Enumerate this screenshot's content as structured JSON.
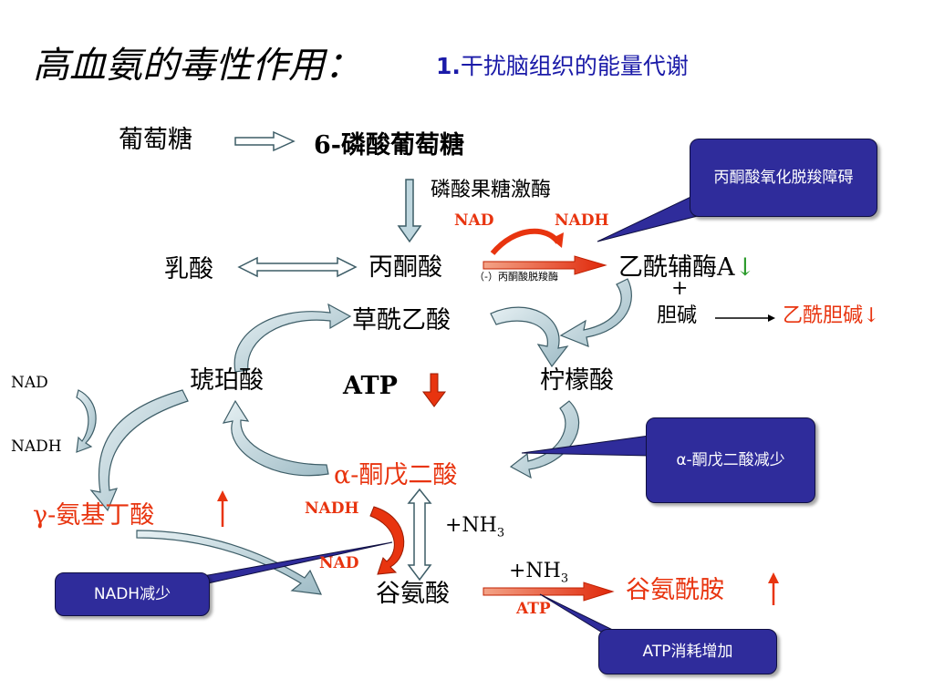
{
  "title": {
    "main": "高血氨的毒性作用：",
    "sub_num": "1.",
    "sub_text": "干扰脑组织的能量代谢"
  },
  "nodes": {
    "glucose": "葡萄糖",
    "g6p": "6-磷酸葡萄糖",
    "pfk": "磷酸果糖激酶",
    "nad1": "NAD",
    "nadh1": "NADH",
    "lactate": "乳酸",
    "pyruvate": "丙酮酸",
    "pdh_inhibit": "（-）丙酮酸脱羧酶",
    "acetylcoa": "乙酰辅酶A",
    "acetylcoa_arrow": "↓",
    "plus": "+",
    "choline": "胆碱",
    "acetylcholine": "乙酰胆碱",
    "acetylcholine_arrow": "↓",
    "oxaloacetate": "草酰乙酸",
    "succinate": "琥珀酸",
    "atp": "ATP",
    "citrate": "柠檬酸",
    "nad_left": "NAD",
    "nadh_left": "NADH",
    "akg": "α-酮戊二酸",
    "gaba": "γ-氨基丁酸",
    "nadh2": "NADH",
    "nad2": "NAD",
    "nh3_1": "+NH",
    "nh3_1_sub": "3",
    "glutamate": "谷氨酸",
    "nh3_2": "+NH",
    "nh3_2_sub": "3",
    "glutamine": "谷氨酰胺",
    "atp2": "ATP"
  },
  "callouts": {
    "pyruvate_oxidation": "丙酮酸氧化脱羧障碍",
    "akg_decrease": "α-酮戊二酸减少",
    "nadh_decrease": "NADH减少",
    "atp_consumption": "ATP消耗增加"
  },
  "colors": {
    "accent_red": "#e8340f",
    "callout_blue": "#2f2c9b",
    "arrow_fill": "#bfd7df",
    "arrow_stroke": "#3d5d67",
    "title_blue": "#1a1aa8"
  }
}
